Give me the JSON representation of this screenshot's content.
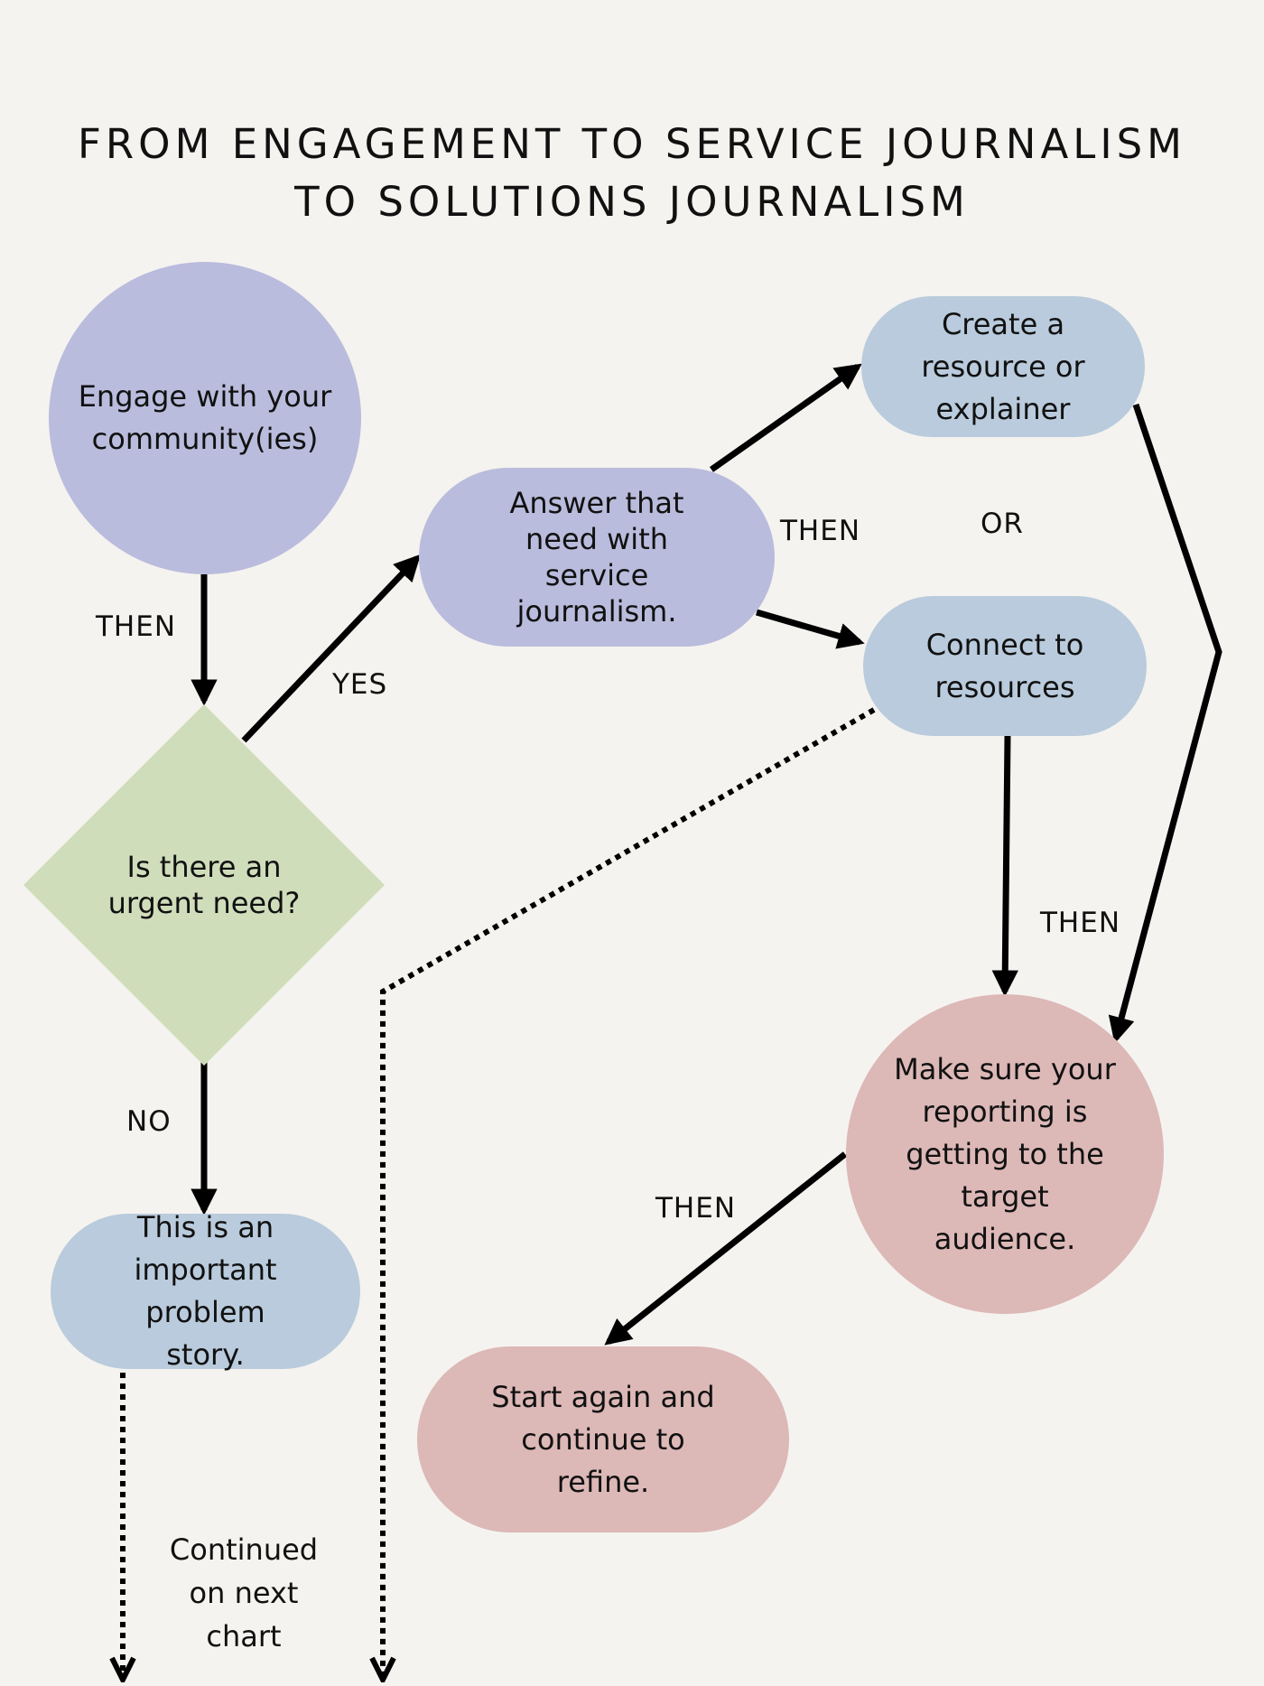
{
  "title": {
    "line1": "FROM ENGAGEMENT TO SERVICE JOURNALISM",
    "line2": "TO SOLUTIONS JOURNALISM"
  },
  "nodes": {
    "engage": "Engage with your community(ies)",
    "urgent_need": "Is there an urgent need?",
    "answer_need": "Answer that need with service journalism.",
    "create_resource": "Create a resource or explainer",
    "connect_resources": "Connect to resources",
    "make_sure": "Make sure your reporting is getting to the target audience.",
    "problem_story": "This is an important problem story.",
    "start_again": "Start again and continue to refine."
  },
  "labels": {
    "then_1": "THEN",
    "yes": "YES",
    "no": "NO",
    "then_2": "THEN",
    "or": "OR",
    "then_3": "THEN",
    "then_4": "THEN"
  },
  "note": "Continued on next chart",
  "colors": {
    "background": "#f5f3ef",
    "lavender": "#babcdd",
    "blue": "#b9cbdc",
    "green": "#d0ddbb",
    "pink": "#dcb8b7",
    "line": "#000000"
  }
}
